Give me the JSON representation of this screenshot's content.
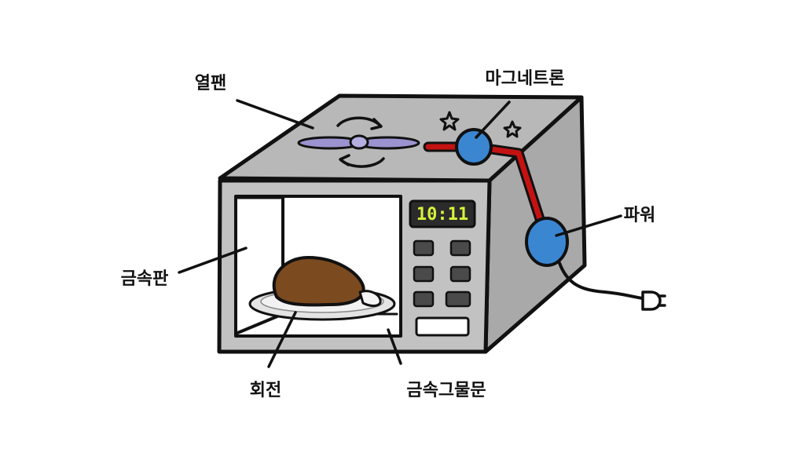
{
  "labels": {
    "fan": "열팬",
    "magnetron": "마그네트론",
    "power": "파워",
    "metal_plate": "금속판",
    "turntable": "회전",
    "metal_mesh_door": "금속그물문"
  },
  "display": {
    "time": "10:11"
  },
  "colors": {
    "body": "#b9b9b9",
    "outline": "#111111",
    "display_bg": "#2b2b2b",
    "display_text": "#d8f13c",
    "fan_blade": "#9a93cf",
    "magnetron": "#3a86d1",
    "wire": "#c41212",
    "food": "#7b4a1f",
    "plate": "#e3e3e3"
  },
  "icons": [
    "fan-icon",
    "rotation-arrows-icon",
    "sparkle-icon",
    "power-plug-icon"
  ]
}
